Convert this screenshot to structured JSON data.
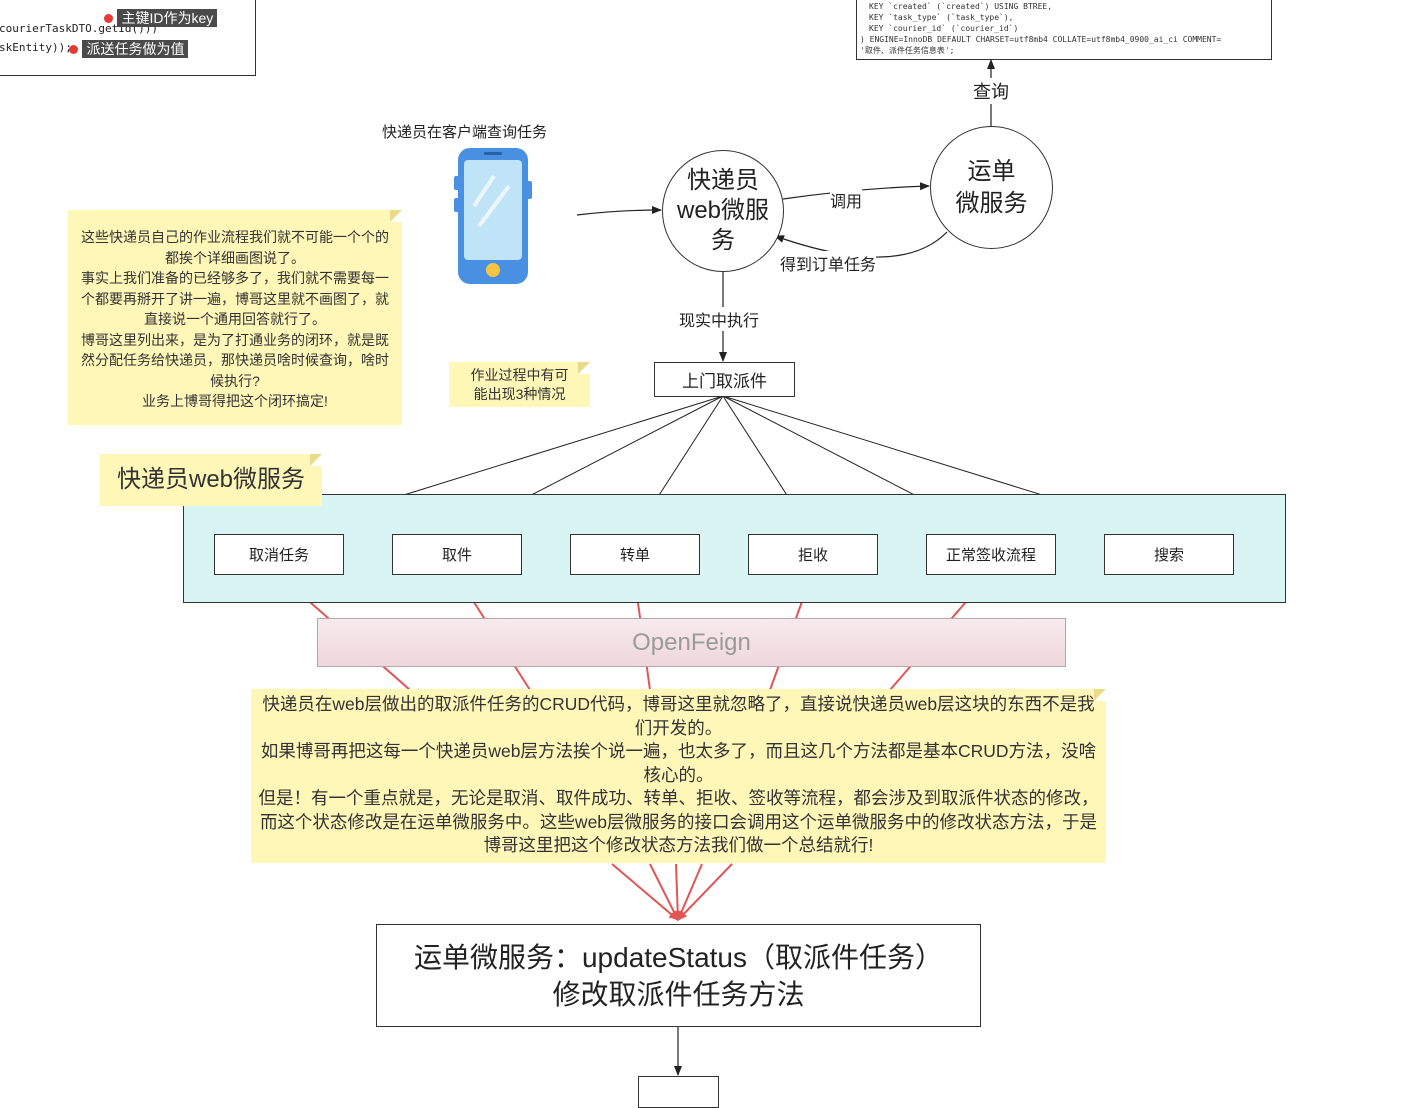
{
  "code_snippet_left": {
    "lines": [
      "courierTaskDTO.getId()))",
      "skEntity));"
    ],
    "annotations": [
      "主键ID作为key",
      "派送任务做为值"
    ]
  },
  "code_snippet_right": {
    "lines": [
      "KEY `created` (`created`) USING BTREE,",
      "KEY `task_type` (`task_type`),",
      "KEY `courier_id` (`courier_id`)",
      ") ENGINE=InnoDB DEFAULT CHARSET=utf8mb4 COLLATE=utf8mb4_0900_ai_ci COMMENT=",
      "'取件、派件任务信息表';"
    ]
  },
  "labels": {
    "phone_caption": "快递员在客户端查询任务",
    "query": "查询",
    "invoke": "调用",
    "get_tasks": "得到订单任务",
    "real_exec": "现实中执行"
  },
  "nodes": {
    "courier_web": [
      "快递员",
      "web微服",
      "务"
    ],
    "waybill": [
      "运单",
      "微服务"
    ],
    "pickup": "上门取派件",
    "container_title": "快递员web微服务",
    "openfeign": "OpenFeign",
    "update_status": [
      "运单微服务：updateStatus（取派件任务）",
      "修改取派件任务方法"
    ]
  },
  "operations": [
    "取消任务",
    "取件",
    "转单",
    "拒收",
    "正常签收流程",
    "搜索"
  ],
  "notes": {
    "left": [
      "这些快递员自己的作业流程我们就不可能一个个的都挨个详细画图说了。",
      "事实上我们准备的已经够多了，我们就不需要每一个都要再掰开了讲一遍，博哥这里就不画图了，就直接说一个通用回答就行了。",
      "博哥这里列出来，是为了打通业务的闭环，就是既然分配任务给快递员，那快递员啥时候查询，啥时候执行?",
      "业务上博哥得把这个闭环搞定!"
    ],
    "small": [
      "作业过程中有可",
      "能出现3种情况"
    ],
    "center": [
      "快递员在web层做出的取派件任务的CRUD代码，博哥这里就忽略了，直接说快递员web层这块的东西不是我们开发的。",
      "如果博哥再把这每一个快递员web层方法挨个说一遍，也太多了，而且这几个方法都是基本CRUD方法，没啥核心的。",
      "但是！有一个重点就是，无论是取消、取件成功、转单、拒收、签收等流程，都会涉及到取派件状态的修改，而这个状态修改是在运单微服务中。这些web层微服务的接口会调用这个运单微服务中的修改状态方法，于是博哥这里把这个修改状态方法我们做一个总结就行!"
    ]
  },
  "colors": {
    "note_bg": "#fff7b8",
    "container_bg": "#d9f5f3",
    "red_line": "#e05555",
    "phone_blue": "#4a90e2"
  }
}
